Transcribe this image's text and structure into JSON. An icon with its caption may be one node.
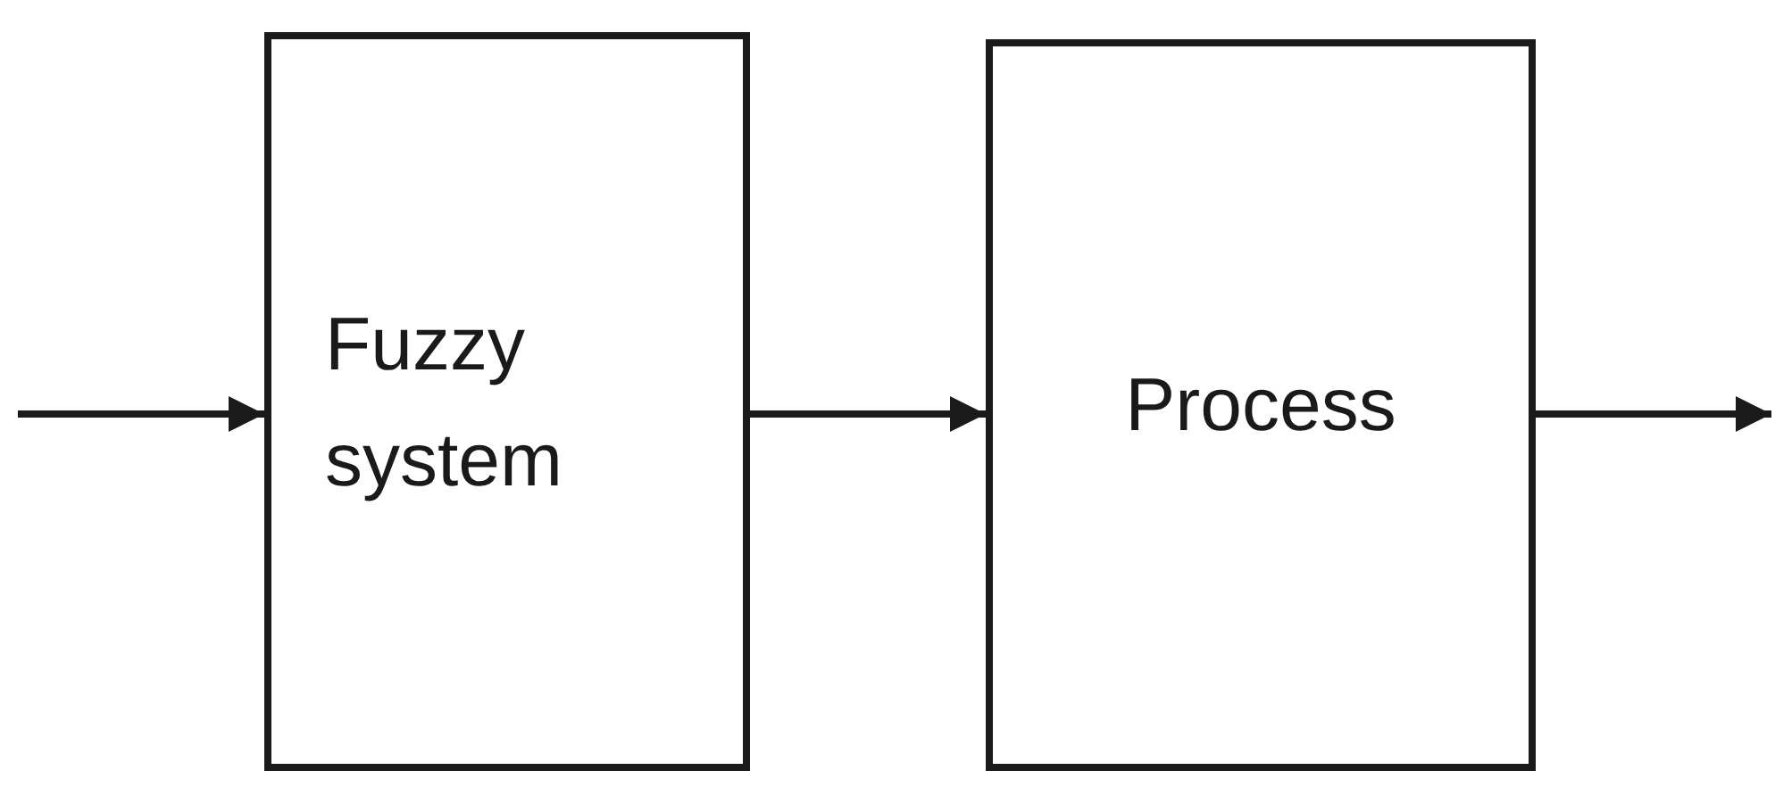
{
  "diagram": {
    "nodes": [
      {
        "text": [
          "Fuzzy system"
        ]
      },
      {
        "text": [
          "Process"
        ]
      }
    ],
    "edges": [
      {
        "from": null,
        "to": 0,
        "arrow": "to"
      },
      {
        "from": 0,
        "to": 1,
        "arrow": "to"
      },
      {
        "from": 1,
        "to": null,
        "arrow": "to"
      }
    ]
  }
}
